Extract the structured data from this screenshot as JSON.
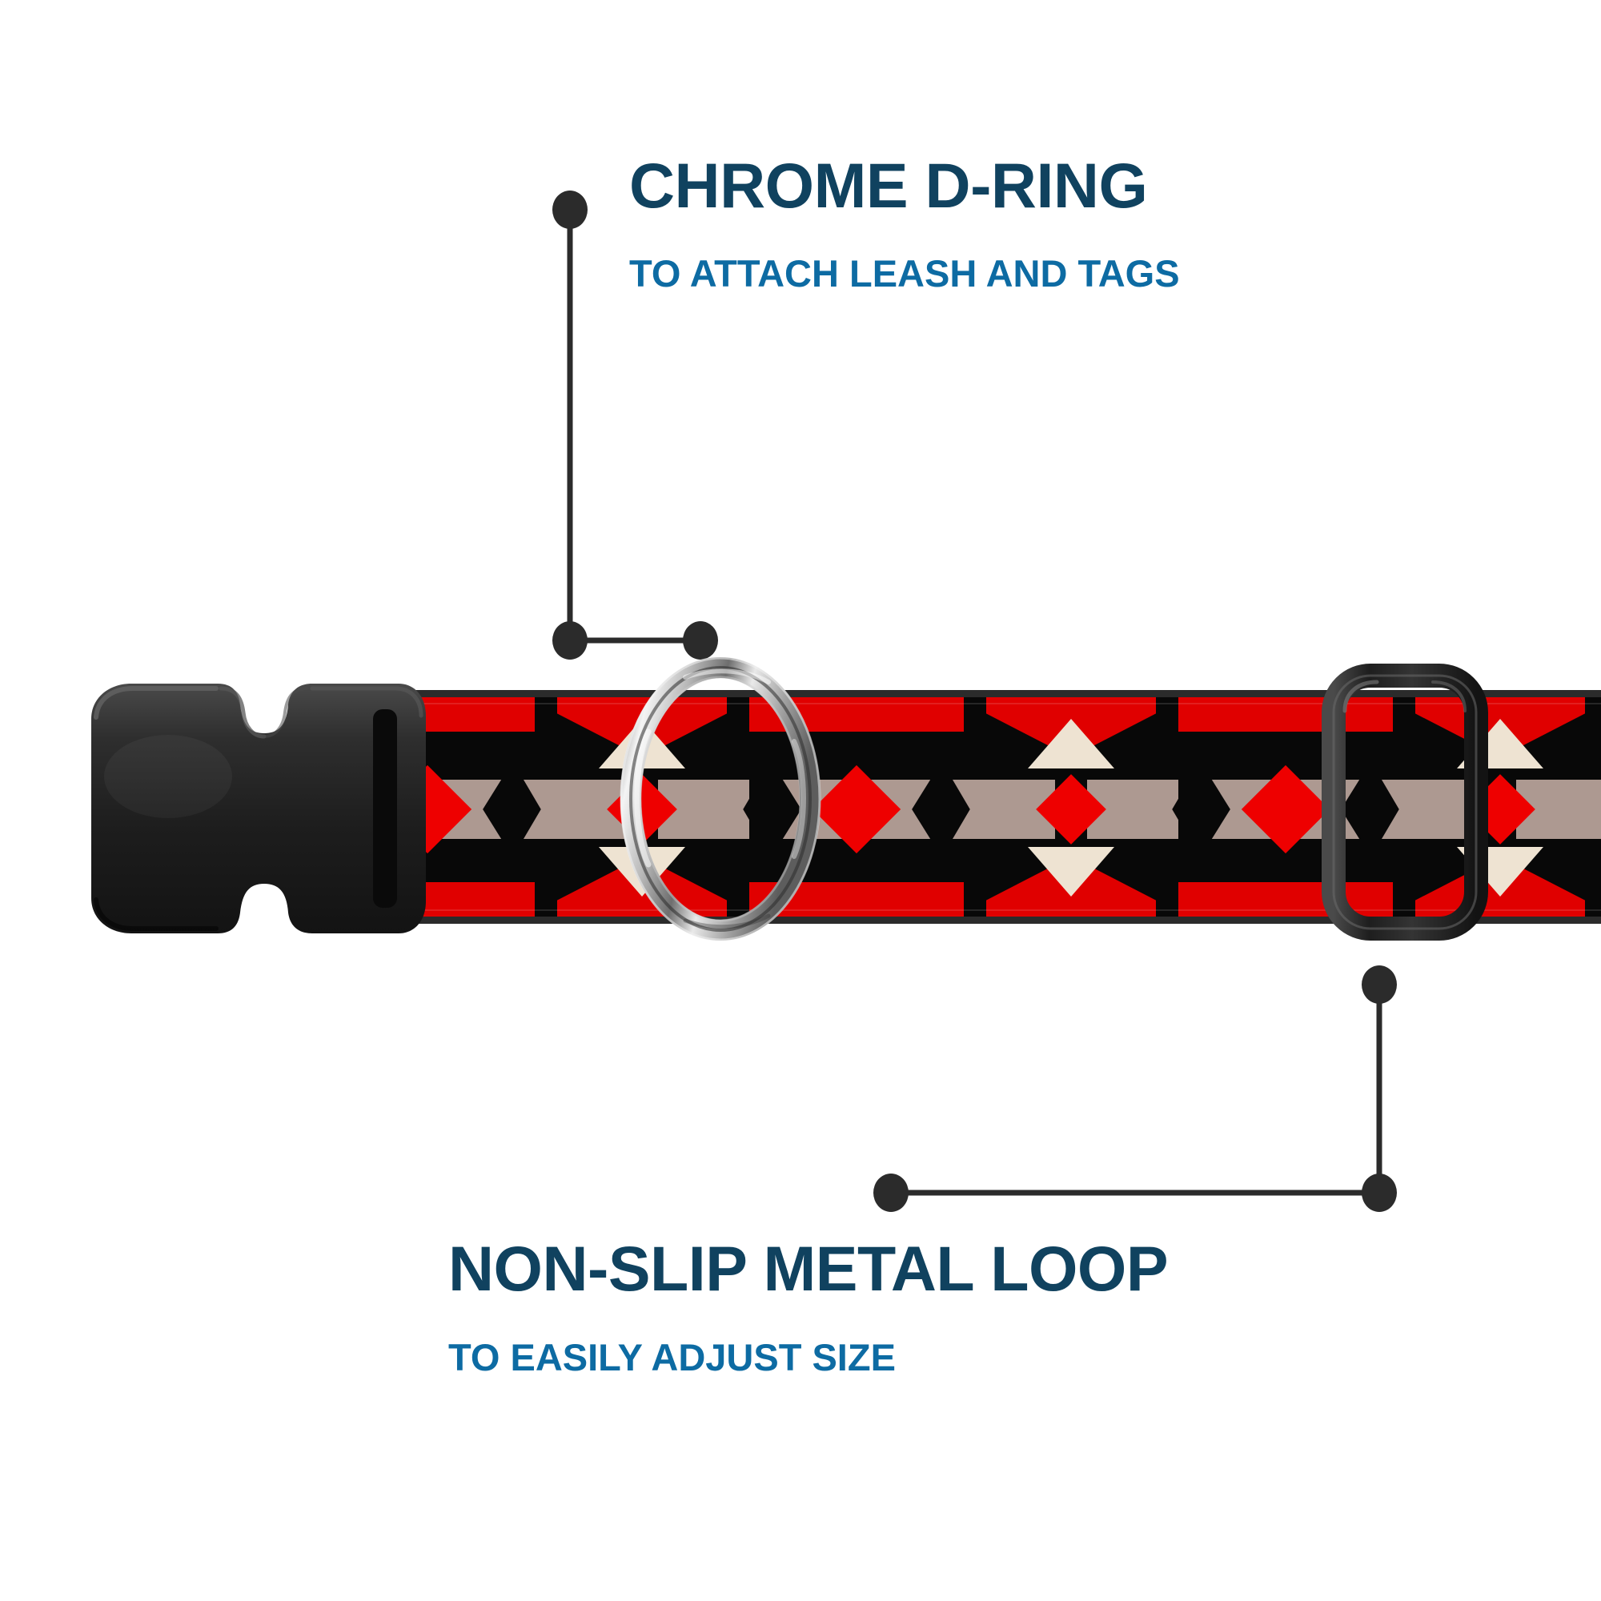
{
  "page": {
    "background": "#ffffff",
    "product": "patterned dog collar with buckle, chrome D-ring and metal adjustment loop"
  },
  "theme": {
    "title_color": "#10425f",
    "subtitle_color": "#0d6ba3",
    "leader_color": "#2b2b2b",
    "strap_black": "#080808",
    "pattern_red": "#e00000",
    "pattern_tan": "#ad9991",
    "pattern_cream": "#eee3d2",
    "chrome": "#c9c9c9",
    "buckle_black": "#2c2c2c"
  },
  "callouts": [
    {
      "id": "chrome-d-ring",
      "title": "CHROME D-RING",
      "subtitle": "TO ATTACH LEASH AND TAGS"
    },
    {
      "id": "non-slip-metal-loop",
      "title": "NON-SLIP METAL LOOP",
      "subtitle": "TO EASILY ADJUST SIZE"
    }
  ],
  "hardware": {
    "buckle": "side-release-buckle",
    "dring": "chrome-d-ring",
    "loop": "non-slip-metal-loop"
  },
  "pattern": {
    "name": "southwest-aztec-geometric",
    "motifs": [
      "red-diamond",
      "tan-hourglass",
      "cream-triangle",
      "red-chevron"
    ]
  }
}
